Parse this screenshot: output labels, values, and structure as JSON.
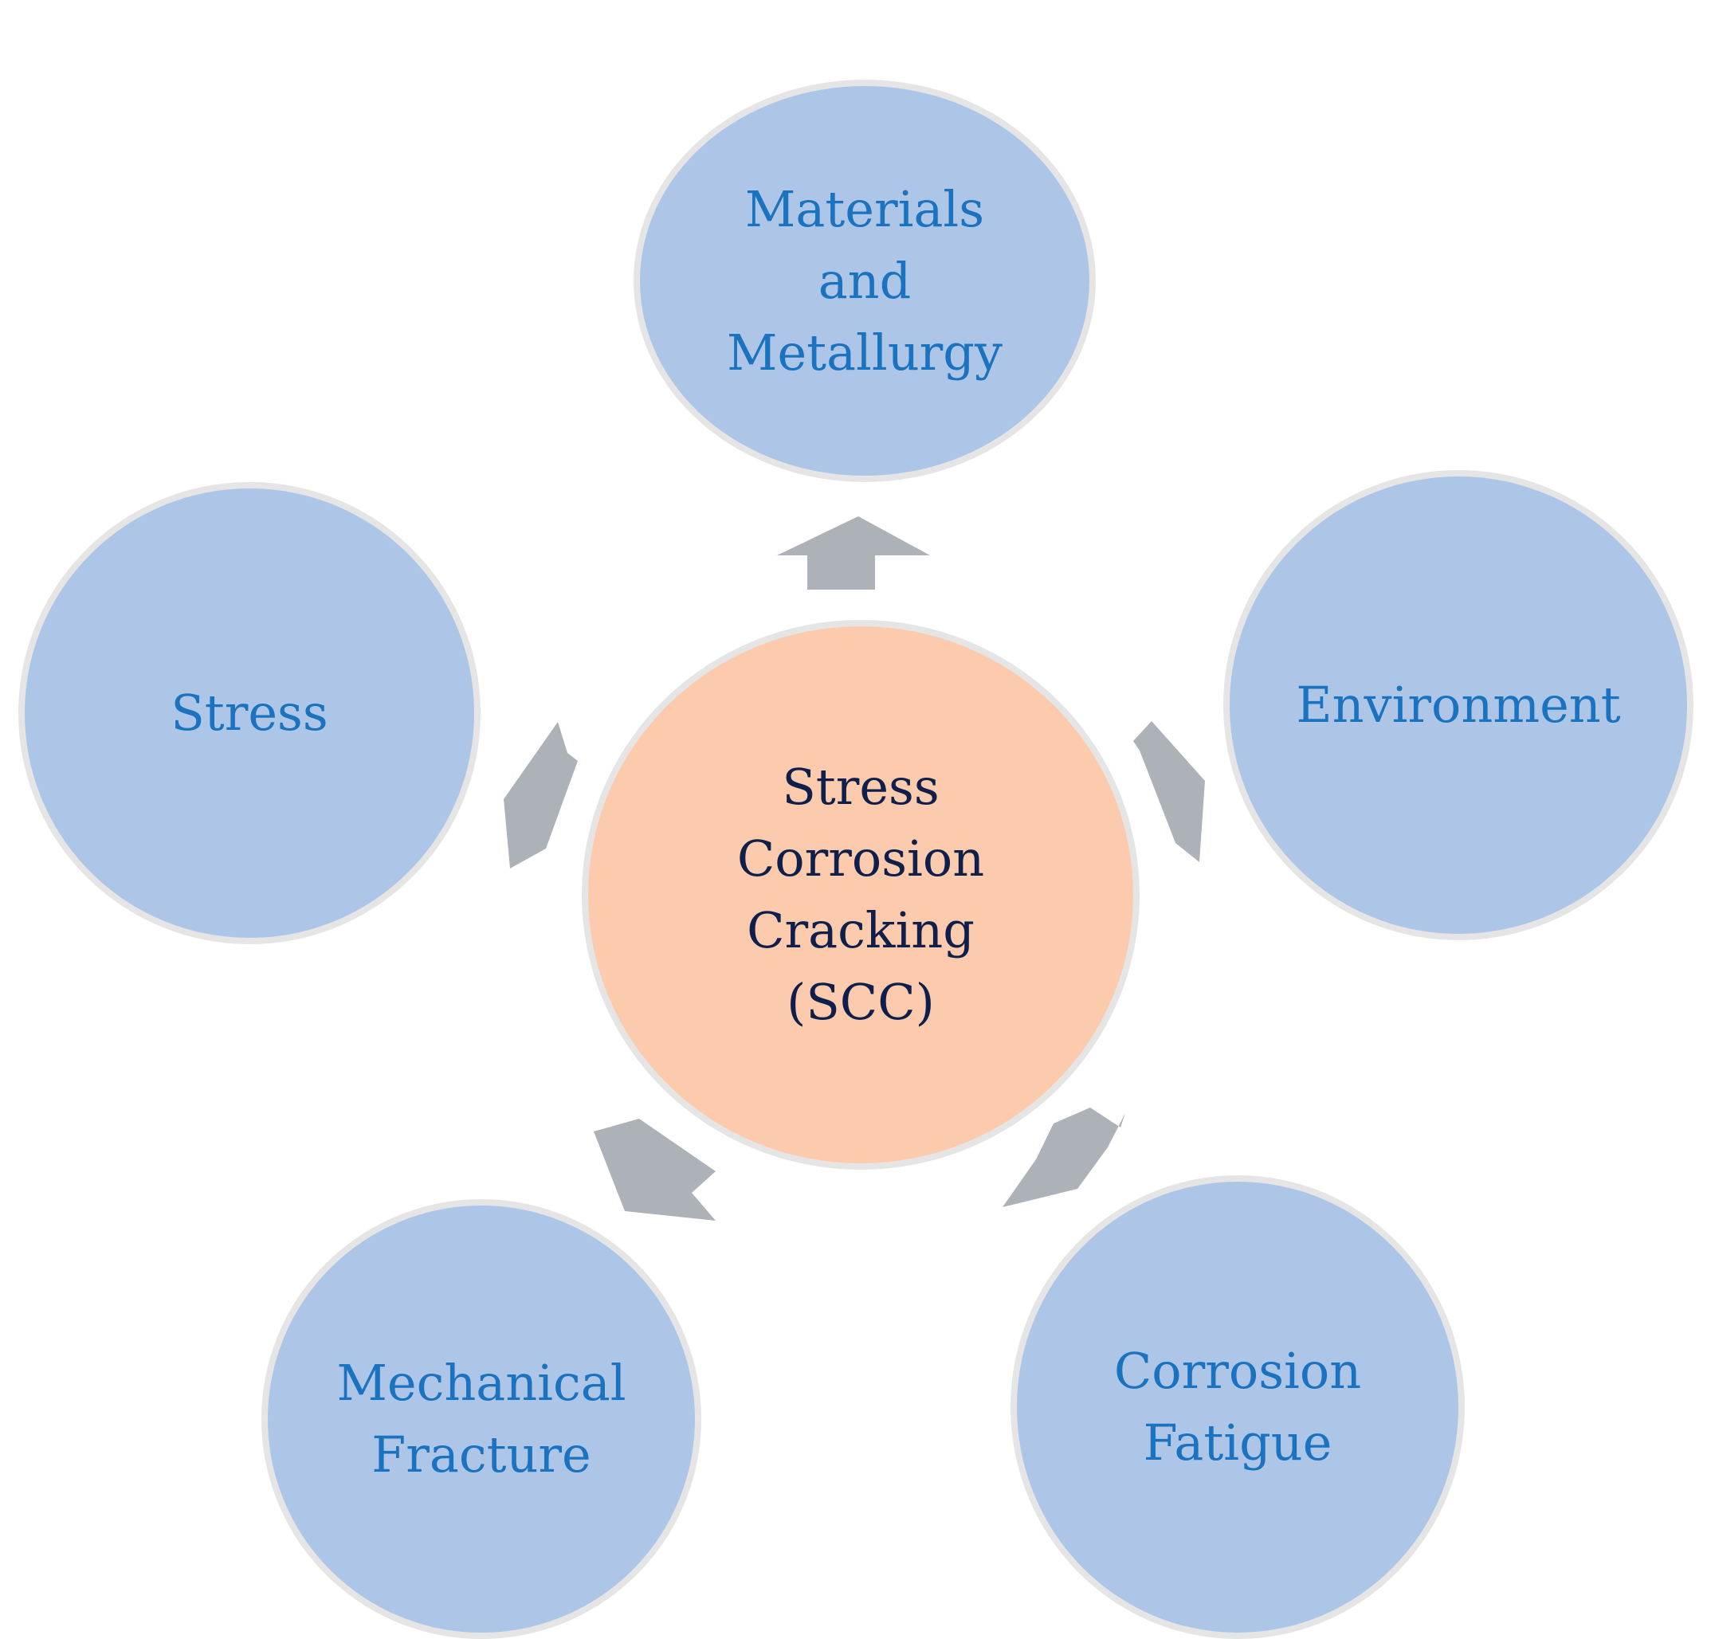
{
  "diagram": {
    "center": {
      "label": "Stress\nCorrosion\nCracking\n(SCC)"
    },
    "nodes": {
      "materials": {
        "label": "Materials\nand\nMetallurgy"
      },
      "stress": {
        "label": "Stress"
      },
      "environment": {
        "label": "Environment"
      },
      "mechanical_fracture": {
        "label": "Mechanical\nFracture"
      },
      "corrosion_fatigue": {
        "label": "Corrosion\nFatigue"
      }
    },
    "colors": {
      "outer_fill": "#adc6e8",
      "outer_text": "#1b73c0",
      "center_fill": "#fccbae",
      "center_text": "#0f1f4b",
      "arrow_fill": "#adb2b8",
      "circle_border": "#e5e5e5"
    }
  }
}
